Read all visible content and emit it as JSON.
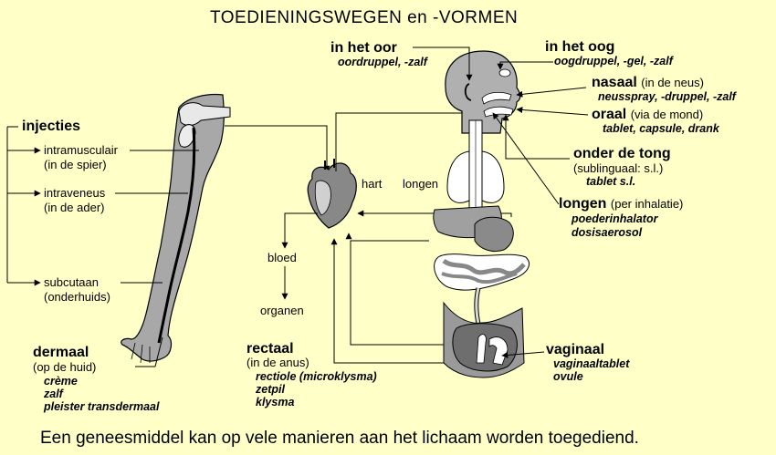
{
  "title": "TOEDIENINGSWEGEN en -VORMEN",
  "footer": "Een geneesmiddel kan op vele manieren aan het lichaam worden toegediend.",
  "colors": {
    "background": "#ffffc8",
    "body_gray": "#a8a8a8",
    "dark_gray": "#777777"
  },
  "injecties": {
    "heading": "injecties",
    "items": [
      {
        "name": "intramusculair",
        "desc": "(in de spier)"
      },
      {
        "name": "intraveneus",
        "desc": "(in de ader)"
      },
      {
        "name": "subcutaan",
        "desc": "(onderhuids)"
      }
    ]
  },
  "dermaal": {
    "heading": "dermaal",
    "sub": "(op de huid)",
    "forms": [
      "crème",
      "zalf",
      "pleister transdermaal"
    ]
  },
  "rectaal": {
    "heading": "rectaal",
    "sub": "(in de anus)",
    "form1_a": "rectiole (",
    "form1_b": "microklysma",
    "form1_c": ")",
    "form2": "zetpil",
    "form3": "klysma"
  },
  "center": {
    "hart": "hart",
    "longen": "longen",
    "bloed": "bloed",
    "organen": "organen"
  },
  "oor": {
    "heading": "in het oor",
    "forms": "oordruppel, -zalf"
  },
  "oog": {
    "heading": "in het oog",
    "forms": "oogdruppel, -gel, -zalf"
  },
  "nasaal": {
    "heading": "nasaal",
    "sub": "(in de neus)",
    "forms": "neusspray, -druppel, -zalf"
  },
  "oraal": {
    "heading": "oraal",
    "sub": "(via de mond)",
    "forms": "tablet, capsule, drank"
  },
  "tong": {
    "heading": "onder de tong",
    "sub": "(sublinguaal: s.l.)",
    "forms": "tablet s.l."
  },
  "longen_route": {
    "heading": "longen",
    "sub": "(per inhalatie)",
    "forms": [
      "poederinhalator",
      "dosisaerosol"
    ]
  },
  "vaginaal": {
    "heading": "vaginaal",
    "forms": [
      "vaginaaltablet",
      "ovule"
    ]
  }
}
